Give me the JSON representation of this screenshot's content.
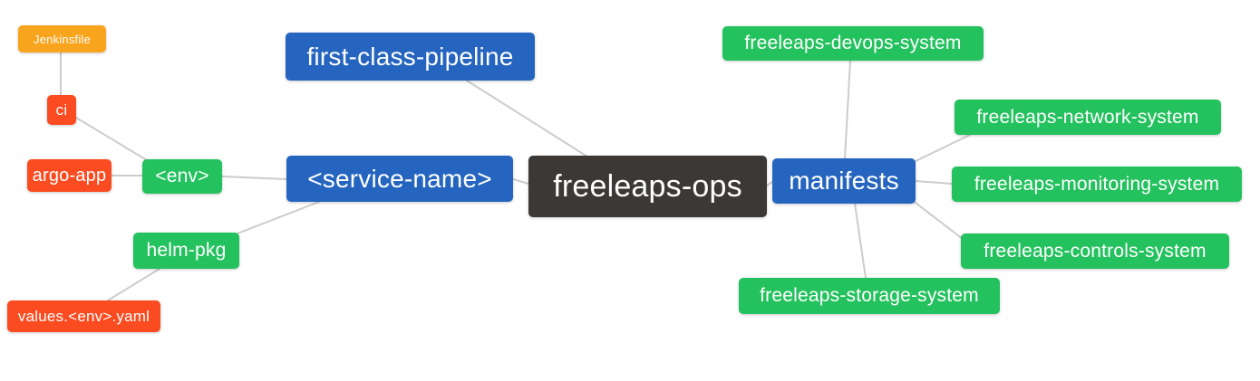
{
  "diagram": {
    "type": "mindmap",
    "root_label": "freeleaps-ops",
    "palette": {
      "blue": "#2565BF",
      "green": "#24C25E",
      "red": "#FB4B20",
      "orange": "#F9A41D",
      "dark": "#3B3835",
      "line": "#CCCCCC",
      "text": "#FFFFFF",
      "background": "#FFFFFF"
    },
    "nodes": [
      {
        "id": "jenkinsfile",
        "label": "Jenkinsfile",
        "color": "orange"
      },
      {
        "id": "ci",
        "label": "ci",
        "color": "red"
      },
      {
        "id": "argo-app",
        "label": "argo-app",
        "color": "red"
      },
      {
        "id": "env",
        "label": "<env>",
        "color": "green"
      },
      {
        "id": "first-class-pipeline",
        "label": "first-class-pipeline",
        "color": "blue"
      },
      {
        "id": "service-name",
        "label": "<service-name>",
        "color": "blue"
      },
      {
        "id": "helm-pkg",
        "label": "helm-pkg",
        "color": "green"
      },
      {
        "id": "values-env-yaml",
        "label": "values.<env>.yaml",
        "color": "red"
      },
      {
        "id": "freeleaps-ops",
        "label": "freeleaps-ops",
        "color": "dark"
      },
      {
        "id": "manifests",
        "label": "manifests",
        "color": "blue"
      },
      {
        "id": "freeleaps-devops-system",
        "label": "freeleaps-devops-system",
        "color": "green"
      },
      {
        "id": "freeleaps-network-system",
        "label": "freeleaps-network-system",
        "color": "green"
      },
      {
        "id": "freeleaps-monitoring-system",
        "label": "freeleaps-monitoring-system",
        "color": "green"
      },
      {
        "id": "freeleaps-controls-system",
        "label": "freeleaps-controls-system",
        "color": "green"
      },
      {
        "id": "freeleaps-storage-system",
        "label": "freeleaps-storage-system",
        "color": "green"
      }
    ],
    "edges": [
      {
        "from": "jenkinsfile",
        "to": "ci"
      },
      {
        "from": "ci",
        "to": "env"
      },
      {
        "from": "argo-app",
        "to": "env"
      },
      {
        "from": "env",
        "to": "service-name"
      },
      {
        "from": "service-name",
        "to": "helm-pkg"
      },
      {
        "from": "helm-pkg",
        "to": "values-env-yaml"
      },
      {
        "from": "service-name",
        "to": "freeleaps-ops"
      },
      {
        "from": "first-class-pipeline",
        "to": "freeleaps-ops"
      },
      {
        "from": "freeleaps-ops",
        "to": "manifests"
      },
      {
        "from": "manifests",
        "to": "freeleaps-devops-system"
      },
      {
        "from": "manifests",
        "to": "freeleaps-network-system"
      },
      {
        "from": "manifests",
        "to": "freeleaps-monitoring-system"
      },
      {
        "from": "manifests",
        "to": "freeleaps-controls-system"
      },
      {
        "from": "manifests",
        "to": "freeleaps-storage-system"
      }
    ]
  }
}
